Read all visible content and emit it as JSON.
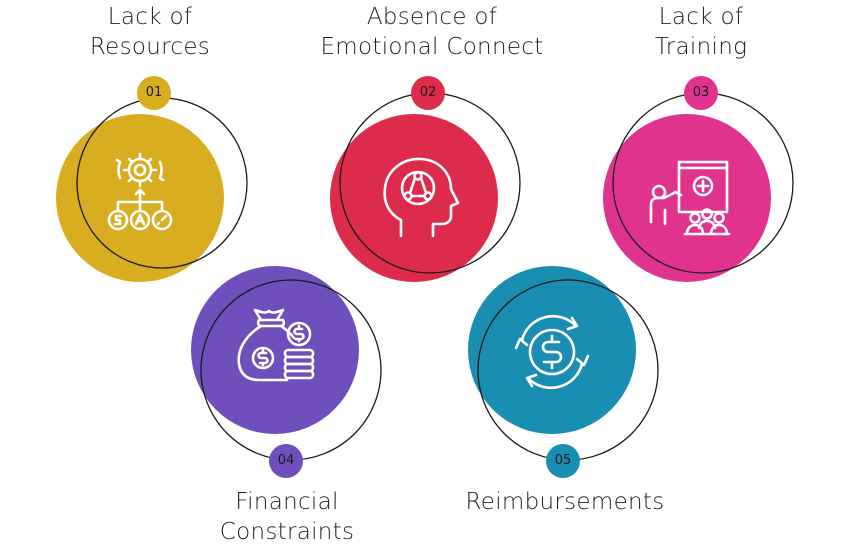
{
  "items": [
    {
      "number": "01",
      "title_lines": [
        "Lack of",
        "Resources"
      ],
      "color": "#D8AE20",
      "icon": "resources-gear-icon"
    },
    {
      "number": "02",
      "title_lines": [
        "Absence of",
        "Emotional Connect"
      ],
      "color": "#DC2B4B",
      "icon": "head-network-icon"
    },
    {
      "number": "03",
      "title_lines": [
        "Lack of",
        "Training"
      ],
      "color": "#E0338D",
      "icon": "training-presentation-icon"
    },
    {
      "number": "04",
      "title_lines": [
        "Financial",
        "Constraints"
      ],
      "color": "#6E4FBB",
      "icon": "money-bag-coins-icon"
    },
    {
      "number": "05",
      "title_lines": [
        "Reimbursements"
      ],
      "color": "#1A8DB3",
      "icon": "dollar-cycle-icon"
    }
  ]
}
